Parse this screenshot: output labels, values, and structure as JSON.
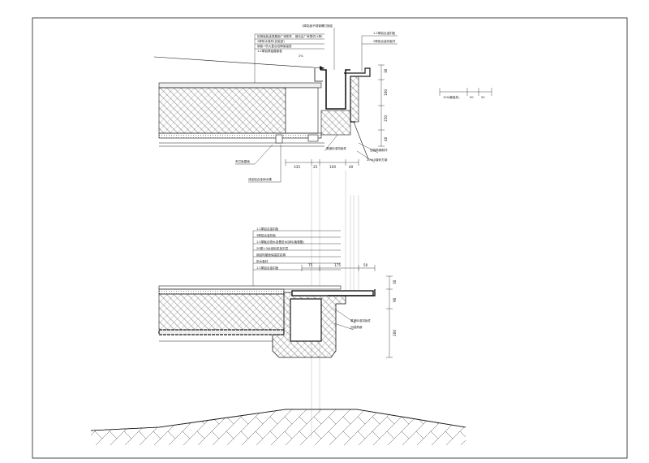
{
  "drawing": {
    "upper_detail": {
      "top_note": "1厚铝板不锈钢螺钉固定",
      "leaders_left": [
        "铝镁锰板金属屋面厂家配件，做法由厂家提供(1厚)",
        "2厚防水卷材(自粘型)",
        "钢板+防火复合岩棉保温层",
        "1.2厚铝镁锰屋面板"
      ],
      "slope_label": "2%",
      "leaders_right": [
        "1.2厚铝合金扣板",
        "2厚铝合金扣板件"
      ],
      "leaders_bottom_left": [
        "夹芯板屋面",
        "成品铝合金雨水槽"
      ],
      "leaders_bottom_right": [
        "厚度标准扣板件",
        "加强角钢制作",
        "20*40镀锌方钢"
      ],
      "dims_horizontal": [
        "335",
        "25",
        "100",
        "40"
      ],
      "dims_vertical": [
        "30",
        "100",
        "150",
        "40"
      ],
      "legend_dims": [
        "100(最高处)",
        "50",
        "50"
      ]
    },
    "lower_detail": {
      "leaders_left": [
        "1.2厚铝合金扣板",
        "3厚铝合金扣板",
        "1.5厚聚合物水泥基防水涂料(聚氨酯)",
        "20厚1:3水泥砂浆找平层",
        "钢结构屋面保温层岩棉",
        "防水卷材",
        "1.5厚铝合金扣板"
      ],
      "dims_top": [
        "75",
        "175",
        "50"
      ],
      "dims_vertical": [
        "30",
        "90",
        "200"
      ],
      "leaders_right": [
        "厚度标准扣板件",
        "加强角钢"
      ]
    }
  },
  "colors": {
    "line": "#1a1a1a",
    "fill_light": "#efefef",
    "hatch": "#6a6a6a"
  }
}
